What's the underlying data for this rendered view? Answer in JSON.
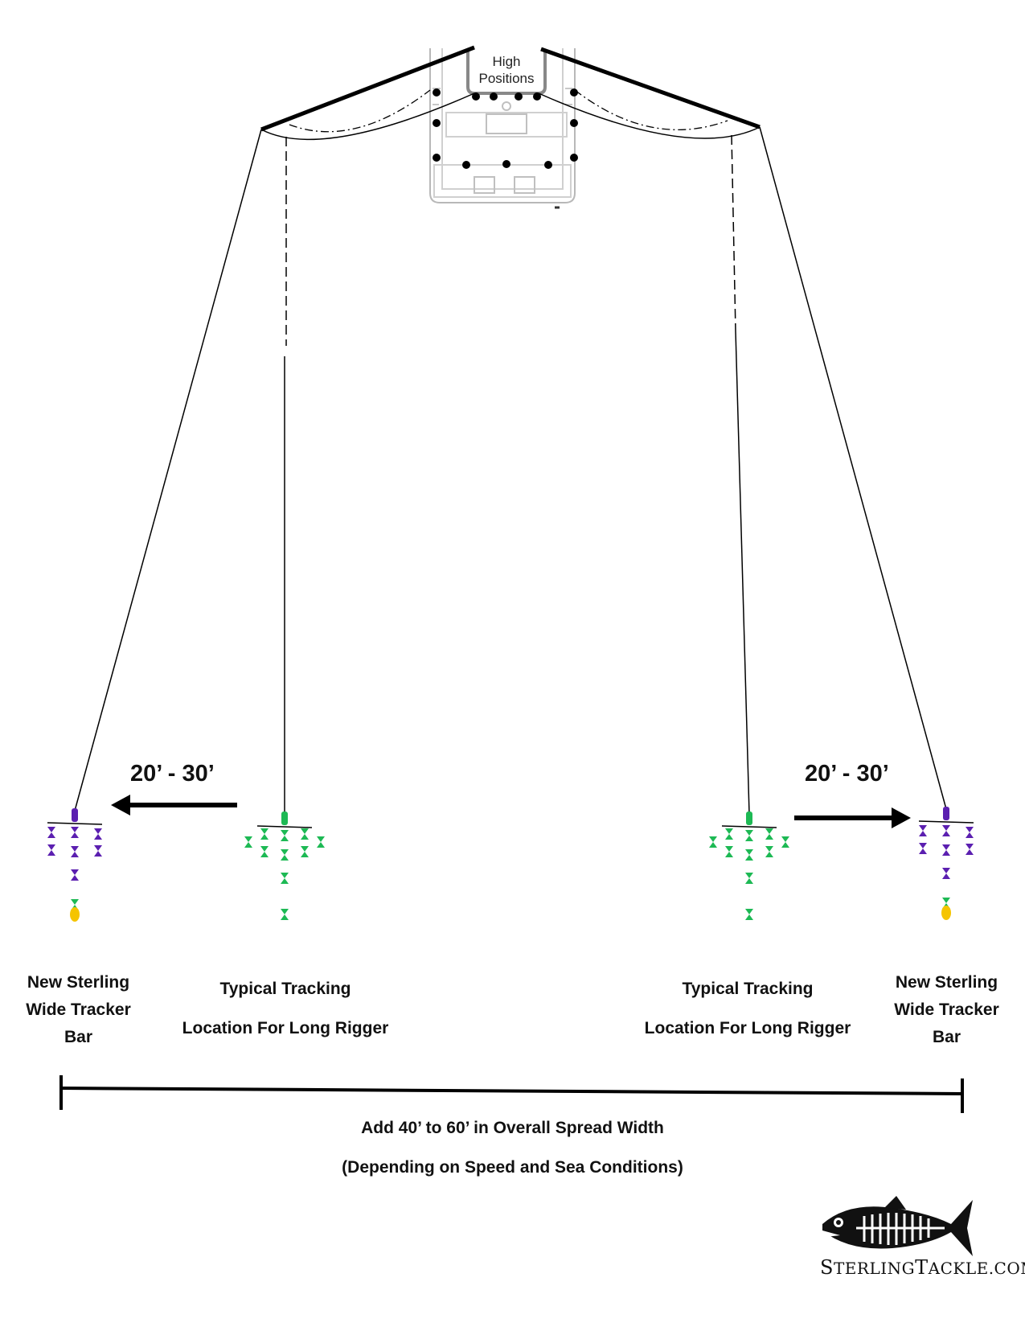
{
  "boat": {
    "high_positions_line1": "High",
    "high_positions_line2": "Positions"
  },
  "left": {
    "distance": "20’ - 30’",
    "wide_tracker_label": [
      "New Sterling",
      "Wide Tracker",
      "Bar"
    ],
    "typical_label": [
      "Typical Tracking",
      "Location For Long Rigger"
    ],
    "arrow_direction": "left"
  },
  "right": {
    "distance": "20’ - 30’",
    "wide_tracker_label": [
      "New Sterling",
      "Wide Tracker",
      "Bar"
    ],
    "typical_label": [
      "Typical Tracking",
      "Location For Long Rigger"
    ],
    "arrow_direction": "right"
  },
  "spread": {
    "line1": "Add 40’ to 60’ in Overall Spread Width",
    "line2": "(Depending on Speed and Sea Conditions)"
  },
  "logo": {
    "text_cap1": "S",
    "text_small1": "TERLING",
    "text_cap2": "T",
    "text_small2": "ACKLE.COM"
  },
  "colors": {
    "wide_tracker": "#5b1fb0",
    "typical_tracker": "#1db954",
    "bait": "#f5c400",
    "line": "#000000"
  }
}
